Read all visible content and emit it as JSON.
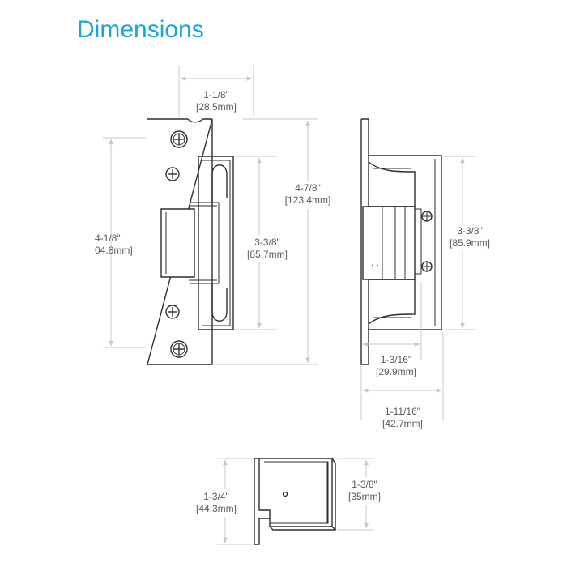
{
  "title": "Dimensions",
  "dimensions": {
    "front_faceplate_width": {
      "fraction": "1-1/8\"",
      "metric": "[28.5mm]"
    },
    "front_screw_spacing": {
      "fraction": "4-1/8\"",
      "metric": "04.8mm]"
    },
    "front_body_height": {
      "fraction": "3-3/8\"",
      "metric": "[85.7mm]"
    },
    "front_overall_height": {
      "fraction": "4-7/8\"",
      "metric": "[123.4mm]"
    },
    "side_body_height": {
      "fraction": "3-3/8\"",
      "metric": "[85.9mm]"
    },
    "side_body_depth": {
      "fraction": "1-3/16\"",
      "metric": "[29.9mm]"
    },
    "side_overall_depth": {
      "fraction": "1-11/16\"",
      "metric": "[42.7mm]"
    },
    "top_overall_width": {
      "fraction": "1-3/4\"",
      "metric": "[44.3mm]"
    },
    "top_body_width": {
      "fraction": "1-3/8\"",
      "metric": "[35mm]"
    }
  },
  "colors": {
    "title": "#19a7d9",
    "drawing_line": "#2e2e2e",
    "dimension_line": "#c8c8c8",
    "dimension_text": "#5a5a5a"
  }
}
